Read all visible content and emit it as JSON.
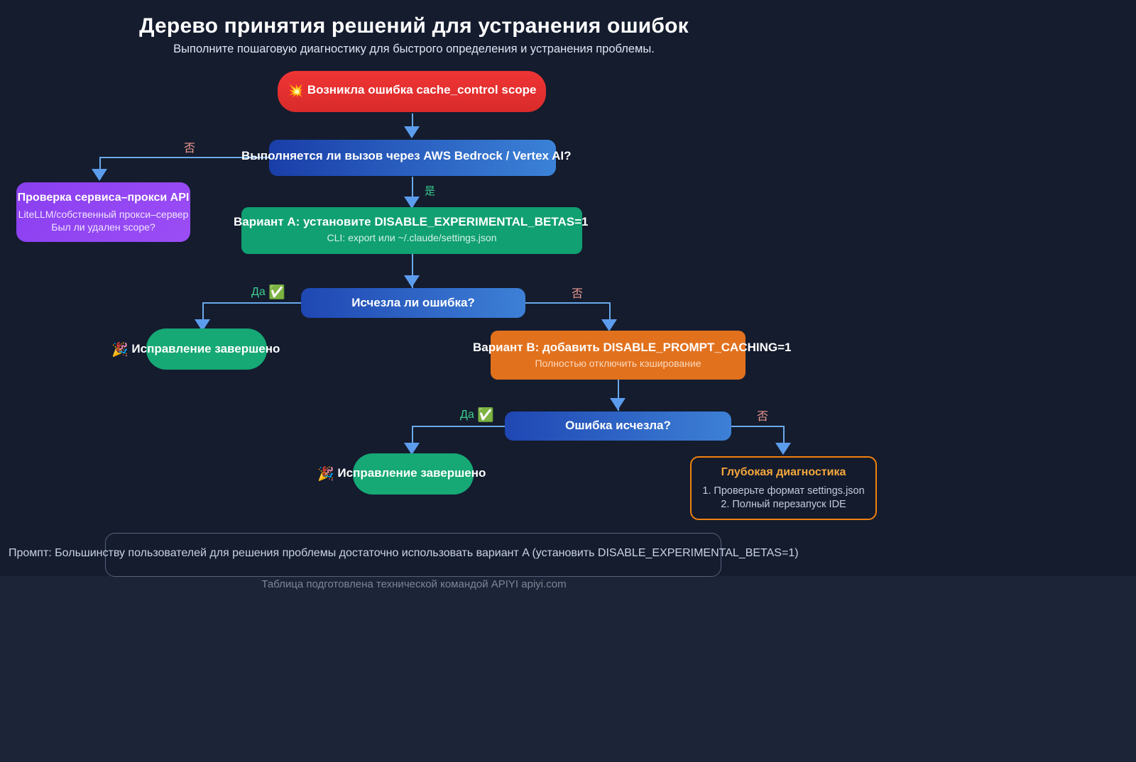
{
  "header": {
    "title": "Дерево принятия решений для устранения ошибок",
    "subtitle": "Выполните пошаговую диагностику для быстрого определения и устранения проблемы."
  },
  "nodes": {
    "error": {
      "icon": "💥",
      "label": "Возникла ошибка cache_control scope"
    },
    "decision1": {
      "label": "Выполняется ли вызов через AWS Bedrock / Vertex AI?"
    },
    "proxy": {
      "title": "Проверка сервиса–прокси API",
      "line1": "LiteLLM/собственный прокси–сервер",
      "line2": "Был ли удален scope?"
    },
    "optionA": {
      "title": "Вариант A: установите DISABLE_EXPERIMENTAL_BETAS=1",
      "sub": "CLI: export или ~/.claude/settings.json"
    },
    "decision2": {
      "label": "Исчезла ли ошибка?"
    },
    "success1": {
      "icon": "🎉",
      "label": "Исправление завершено"
    },
    "optionB": {
      "title": "Вариант B: добавить DISABLE_PROMPT_CACHING=1",
      "sub": "Полностью отключить кэширование"
    },
    "decision3": {
      "label": "Ошибка исчезла?"
    },
    "success2": {
      "icon": "🎉",
      "label": "Исправление завершено"
    },
    "deep": {
      "title": "Глубокая диагностика",
      "line1": "1. Проверьте формат settings.json",
      "line2": "2. Полный перезапуск IDE"
    }
  },
  "edges": {
    "no1": "否",
    "yes1": "是",
    "da1": "Да",
    "da1_icon": "✅",
    "no2": "否",
    "da2": "Да",
    "da2_icon": "✅",
    "no3": "否"
  },
  "note": "Промпт: Большинству пользователей для решения проблемы достаточно использовать вариант A (установить DISABLE_EXPERIMENTAL_BETAS=1)",
  "footer": "Таблица подготовлена технической командой APIYI apiyi.com",
  "colors": {
    "background": "#1c2437",
    "plate": "#141c2e",
    "error": "#e23030",
    "decision": "#2a62c6",
    "green": "#10a071",
    "purple": "#9244f2",
    "orange": "#e2711d",
    "connector": "#6aa9ec",
    "no_label": "#f09a90",
    "yes_label": "#39c98a"
  }
}
